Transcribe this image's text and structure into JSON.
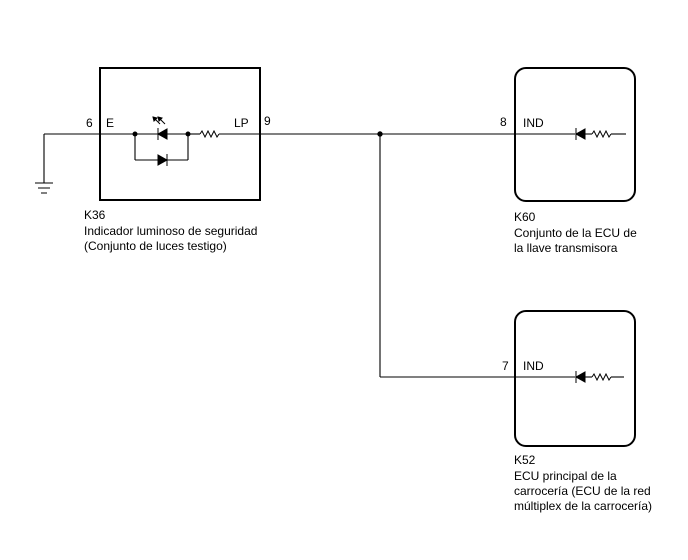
{
  "components": {
    "k36": {
      "code": "K36",
      "name_line1": "Indicador luminoso de seguridad",
      "name_line2": "(Conjunto de luces testigo)",
      "pin_e_number": "6",
      "pin_e_label": "E",
      "pin_lp_number": "9",
      "pin_lp_label": "LP"
    },
    "k60": {
      "code": "K60",
      "name_line1": "Conjunto de la ECU de",
      "name_line2": "la llave transmisora",
      "pin_number": "8",
      "pin_label": "IND"
    },
    "k52": {
      "code": "K52",
      "name_line1": "ECU principal de la",
      "name_line2": "carrocería (ECU de la red",
      "name_line3": "múltiplex de la carrocería)",
      "pin_number": "7",
      "pin_label": "IND"
    }
  }
}
